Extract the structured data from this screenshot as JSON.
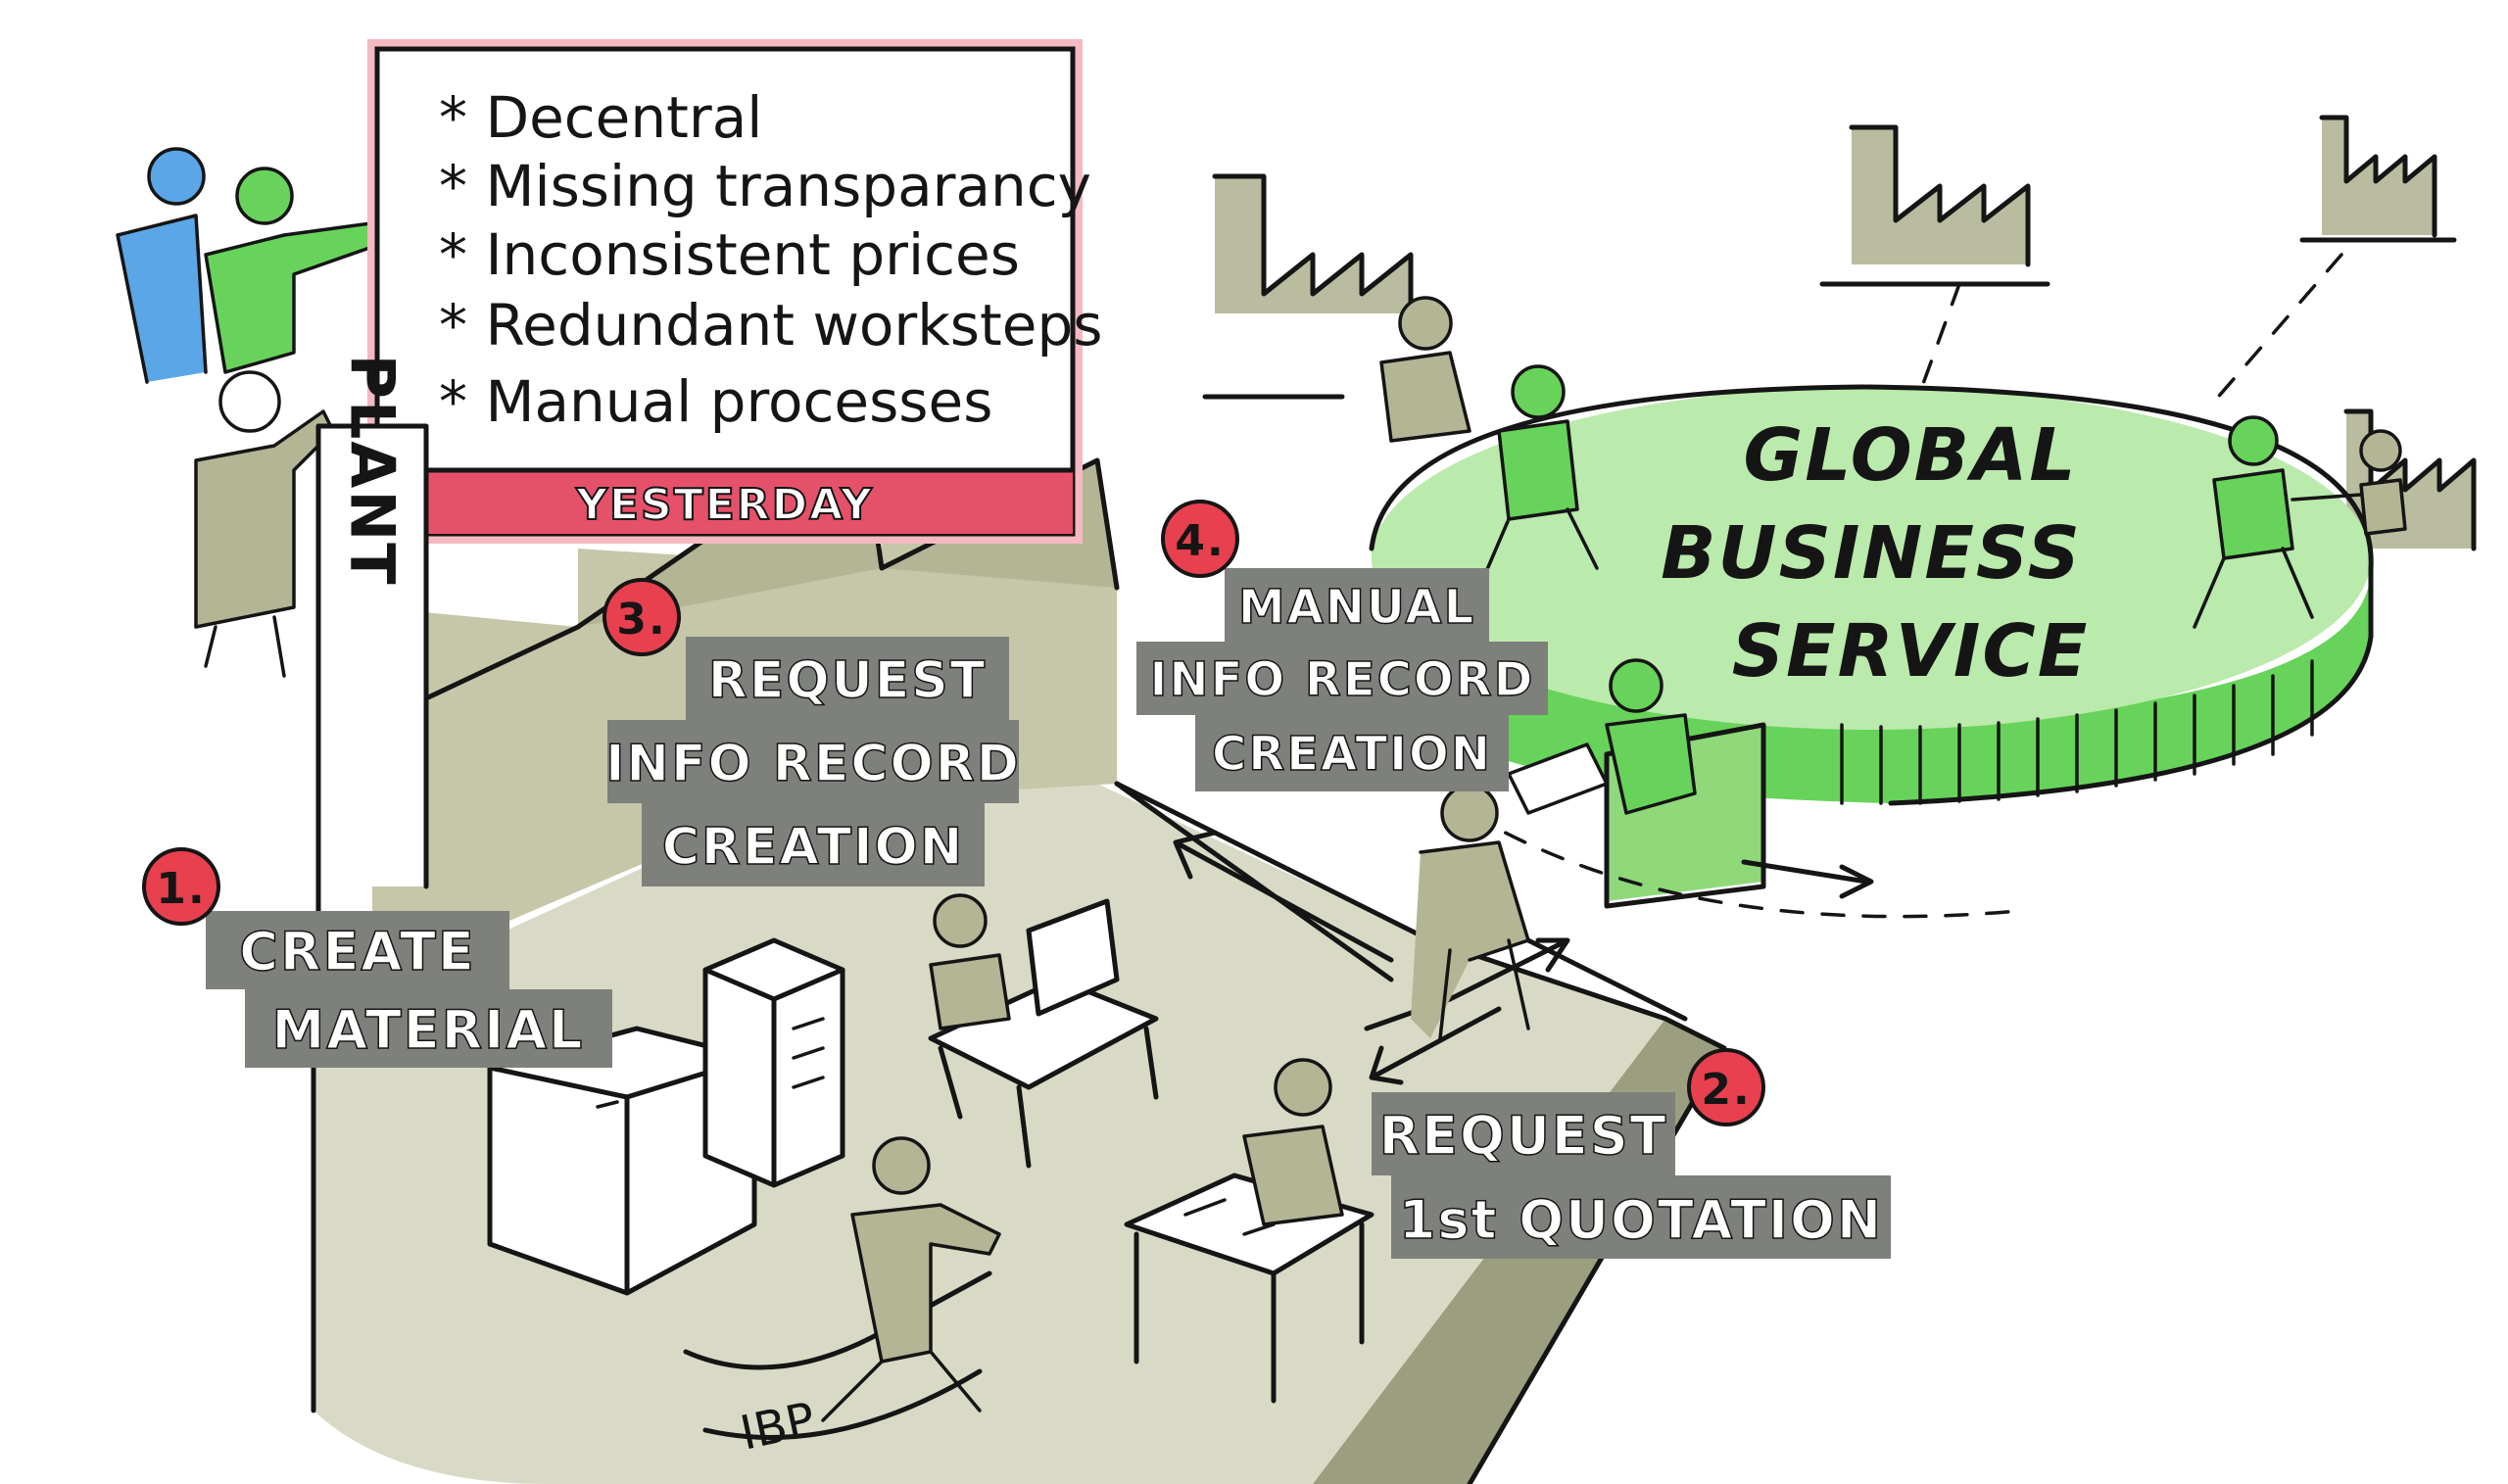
{
  "colors": {
    "olive": "#b3b595",
    "olive_light": "#d9dac6",
    "olive_dark": "#8f9176",
    "green": "#67d35a",
    "green_light": "#c9efbc",
    "blue": "#5aa6e6",
    "label_gray": "#7e807b",
    "number_red": "#e8404f",
    "pink_band": "#e6516a",
    "ink": "#151515"
  },
  "yesterday_box": {
    "items": [
      "Decentral",
      "Missing transparancy",
      "Inconsistent prices",
      "Redundant worksteps",
      "Manual processes"
    ],
    "footer": "YESTERDAY"
  },
  "plant": {
    "label": "PLANT"
  },
  "steps": [
    {
      "number": "1.",
      "lines": [
        "CREATE",
        "MATERIAL"
      ]
    },
    {
      "number": "2.",
      "lines": [
        "REQUEST",
        "1st QUOTATION"
      ]
    },
    {
      "number": "3.",
      "lines": [
        "REQUEST",
        "INFO RECORD",
        "CREATION"
      ]
    },
    {
      "number": "4.",
      "lines": [
        "MANUAL",
        "INFO RECORD",
        "CREATION"
      ]
    }
  ],
  "gbs": {
    "lines": [
      "GLOBAL",
      "BUSINESS",
      "SERVICE"
    ]
  },
  "signature": "IBP"
}
